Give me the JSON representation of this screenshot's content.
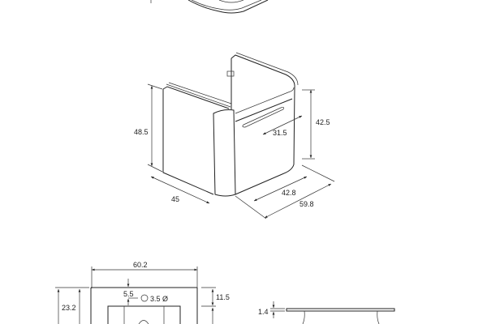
{
  "cabinet_view": {
    "height_label": "48.5",
    "depth_label": "45",
    "inner_height_label": "42.5",
    "handle_width_label": "31.5",
    "inner_width_label": "42.8",
    "total_width_label": "59.8"
  },
  "basin_top_view": {
    "width_label": "60.2",
    "depth_label": "23.2",
    "tap_offset_label": "5.5",
    "tap_hole_label": "3.5 Ø",
    "bowl_offset_label": "11.5"
  },
  "basin_side_view": {
    "thickness_label": "1.4"
  }
}
